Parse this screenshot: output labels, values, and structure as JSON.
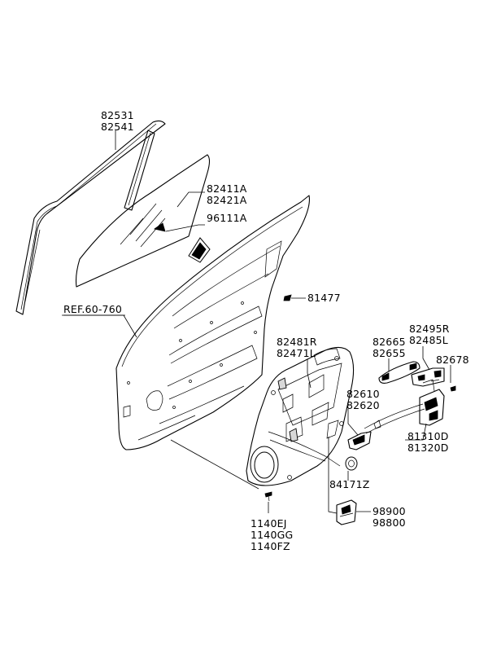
{
  "callouts": {
    "beltline_moulding": [
      "82531",
      "82541"
    ],
    "door_glass": [
      "82411A",
      "82421A"
    ],
    "glass_clip": [
      "96111A"
    ],
    "reference": [
      "REF.60-760"
    ],
    "clip_81477": [
      "81477"
    ],
    "module_panel": [
      "82481R",
      "82471L"
    ],
    "handle_cover": [
      "82665",
      "82655"
    ],
    "handle_bracket": [
      "82495R",
      "82485L"
    ],
    "screw_82678": [
      "82678"
    ],
    "inside_handle": [
      "82610",
      "82620"
    ],
    "latch": [
      "81310D",
      "81320D"
    ],
    "grommet": [
      "84171Z"
    ],
    "mirror_switch": [
      "98900",
      "98800"
    ],
    "screws": [
      "1140EJ",
      "1140GG",
      "1140FZ"
    ]
  }
}
